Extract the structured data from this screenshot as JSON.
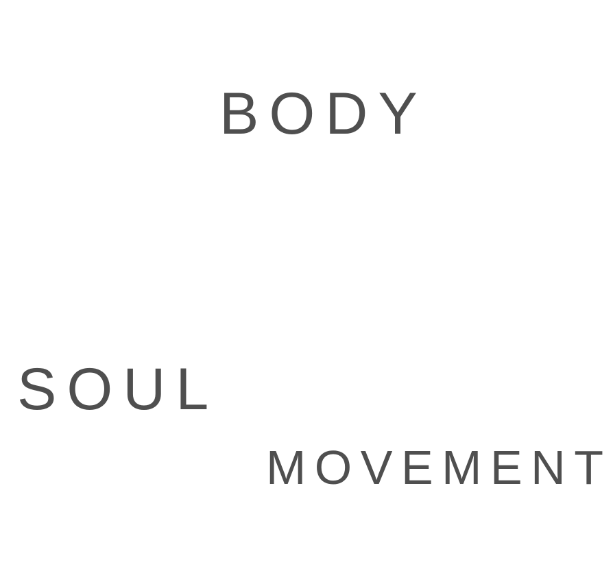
{
  "colors": {
    "background": "#ffffff",
    "text": "#4f4f4f"
  },
  "words": {
    "body": "BODY",
    "soul": "SOUL",
    "movement": "MOVEMENT"
  }
}
